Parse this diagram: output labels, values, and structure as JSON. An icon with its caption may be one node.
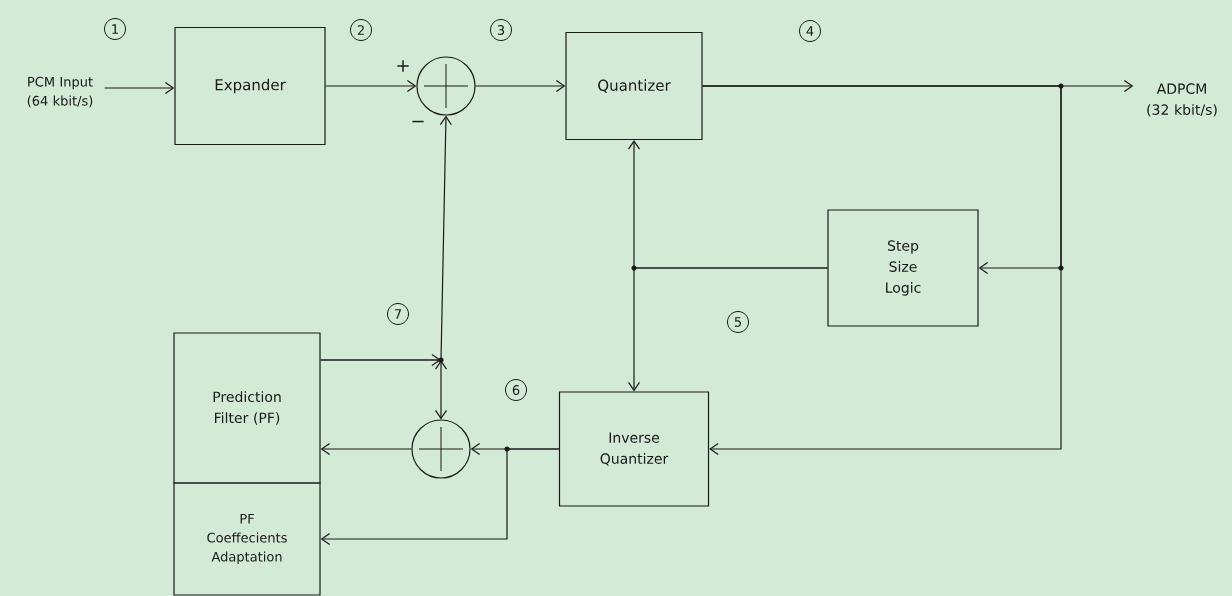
{
  "diagram": {
    "nodes": [
      {
        "text": [
          "PCM Input (64 kbit/s)"
        ]
      },
      {
        "text": [
          "Expander"
        ]
      },
      {
        "text": [],
        "shape": "circle",
        "beside": [
          "+",
          "−"
        ]
      },
      {
        "text": [
          "Quantizer"
        ]
      },
      {
        "text": [
          "ADPCM (32 kbit/s)"
        ]
      },
      {
        "text": [
          "Step Size Logic"
        ]
      },
      {
        "text": [
          "Inverse Quantizer"
        ]
      },
      {
        "text": [],
        "shape": "circle"
      },
      {
        "text": [
          "Prediction Filter (PF)"
        ]
      },
      {
        "text": [
          "PF Coeffecients Adaptation"
        ]
      }
    ],
    "edges": [
      {
        "from": 0,
        "to": 1,
        "arrow": "to"
      },
      {
        "from": 1,
        "to": 2,
        "arrow": "to"
      },
      {
        "from": 2,
        "to": 3,
        "arrow": "to"
      },
      {
        "from": 3,
        "to": 4,
        "arrow": "to"
      },
      {
        "from": 3,
        "to": 5,
        "arrow": "to"
      },
      {
        "from": 3,
        "to": 6,
        "arrow": "to"
      },
      {
        "from": 5,
        "to": 3,
        "arrow": "to"
      },
      {
        "from": 5,
        "to": 6,
        "arrow": "to"
      },
      {
        "from": 6,
        "to": 7,
        "arrow": "to"
      },
      {
        "from": 6,
        "to": 9,
        "arrow": "to"
      },
      {
        "from": 7,
        "to": 8,
        "arrow": "to"
      },
      {
        "from": 8,
        "to": 2,
        "arrow": "to"
      },
      {
        "from": 8,
        "to": 7,
        "arrow": "to"
      }
    ],
    "labels": [
      "1",
      "2",
      "3",
      "4",
      "5",
      "6",
      "7"
    ]
  }
}
